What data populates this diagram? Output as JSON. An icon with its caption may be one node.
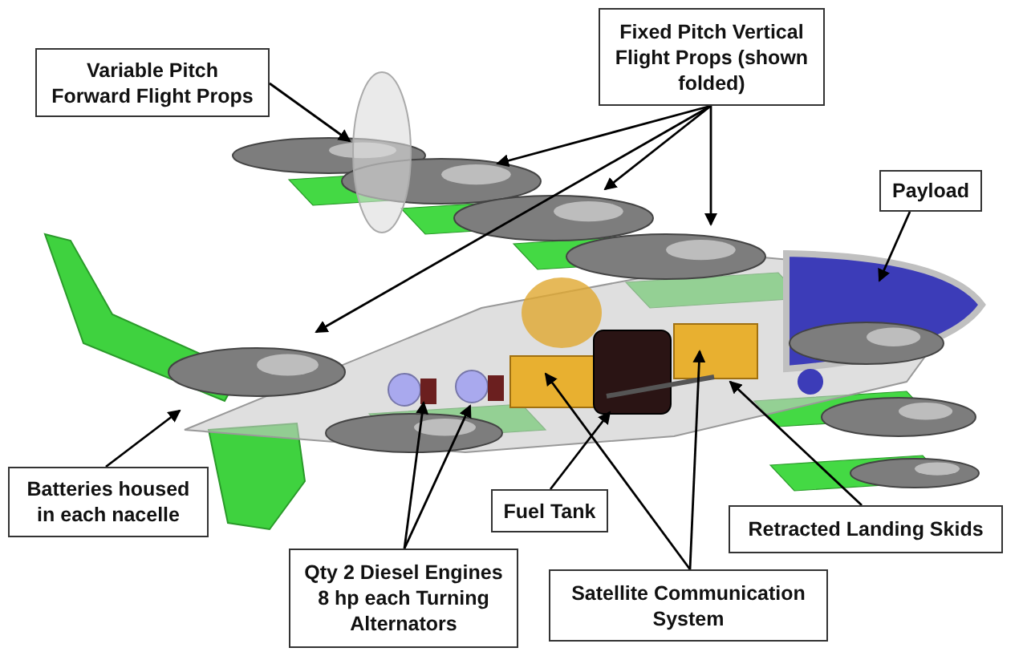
{
  "diagram": {
    "nodes": [
      {
        "text": [
          "Variable Pitch Forward Flight Props"
        ]
      },
      {
        "text": [
          "Fixed Pitch Vertical Flight Props (shown folded)"
        ]
      },
      {
        "text": [
          "Payload"
        ]
      },
      {
        "text": [
          "Batteries housed in each nacelle"
        ]
      },
      {
        "text": [
          "Qty 2 Diesel Engines 8 hp each Turning Alternators"
        ]
      },
      {
        "text": [
          "Fuel Tank"
        ]
      },
      {
        "text": [
          "Satellite Communication System"
        ]
      },
      {
        "text": [
          "Retracted Landing Skids"
        ]
      }
    ],
    "edges": [
      {
        "from": 0,
        "to": null,
        "arrow": "to"
      },
      {
        "from": 1,
        "to": null,
        "arrow": "to"
      },
      {
        "from": 1,
        "to": null,
        "arrow": "to"
      },
      {
        "from": 1,
        "to": null,
        "arrow": "to"
      },
      {
        "from": 1,
        "to": null,
        "arrow": "to"
      },
      {
        "from": 2,
        "to": null,
        "arrow": "to"
      },
      {
        "from": 3,
        "to": null,
        "arrow": "to"
      },
      {
        "from": 4,
        "to": null,
        "arrow": "to"
      },
      {
        "from": 4,
        "to": null,
        "arrow": "to"
      },
      {
        "from": 5,
        "to": null,
        "arrow": "to"
      },
      {
        "from": 6,
        "to": null,
        "arrow": "to"
      },
      {
        "from": 6,
        "to": null,
        "arrow": "to"
      },
      {
        "from": 7,
        "to": null,
        "arrow": "to"
      }
    ]
  }
}
